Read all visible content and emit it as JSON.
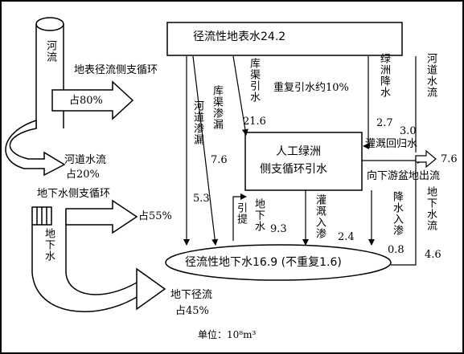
{
  "diagram": {
    "surface_box": "径流性地表水24.2",
    "oasis_box_line1": "人工绿洲",
    "oasis_box_line2": "侧支循环引水",
    "ground_ellipse": "径流性地下水16.9 (不重复1.6)",
    "river": "河流",
    "surface_cycle": "地表径流侧支循环",
    "pct_80": "占80%",
    "river_flow": "河道水流",
    "pct_20": "占20%",
    "ground_cycle": "地下水侧支循环",
    "pct_55": "占55%",
    "groundwater": "地下水",
    "ground_runoff": "地下径流",
    "pct_45": "占45%",
    "channel_seep": "河道渗漏",
    "channel_seep_val": "5.3",
    "reservoir_seep": "库渠渗漏",
    "reservoir_seep_val": "7.6",
    "reservoir_draw": "库渠引水",
    "reservoir_draw_val": "21.6",
    "repeat_draw": "重复引水约10%",
    "oasis_rain": "绿洲降水",
    "oasis_rain_val": "2.7",
    "river_water": "河道水流",
    "irrigation_return": "灌溉回归水",
    "irrigation_return_val": "3.0",
    "outflow": "7.6",
    "downstream": "向下游盆地出流",
    "ground_flow": "地下水流",
    "ground_flow_val": "4.6",
    "lift": "引提",
    "groundwater2": "地下水",
    "groundwater2_val": "9.3",
    "irrigation_seep": "灌溉入渗",
    "irrigation_seep_val": "2.4",
    "rain_seep": "降水入渗",
    "rain_seep_val": "0.8",
    "unit": "单位：10⁸m³"
  }
}
